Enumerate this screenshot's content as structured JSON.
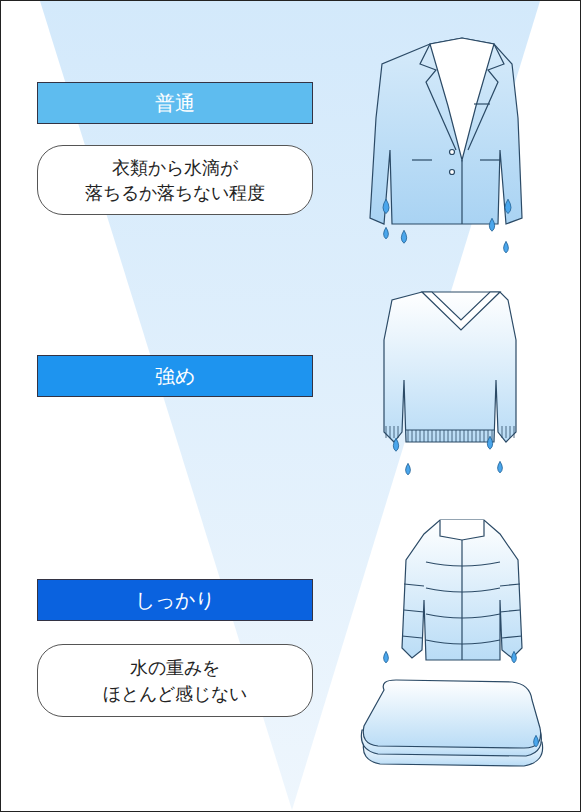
{
  "diagram": {
    "nodes": [
      {
        "text": [
          "普通"
        ]
      },
      {
        "text": [
          "衣類から水滴が 落ちるか落ちない程度"
        ]
      },
      {
        "text": [
          "強め"
        ]
      },
      {
        "text": [
          "しっかり"
        ]
      },
      {
        "text": [
          "水の重みを ほとんど感じない"
        ]
      }
    ]
  }
}
